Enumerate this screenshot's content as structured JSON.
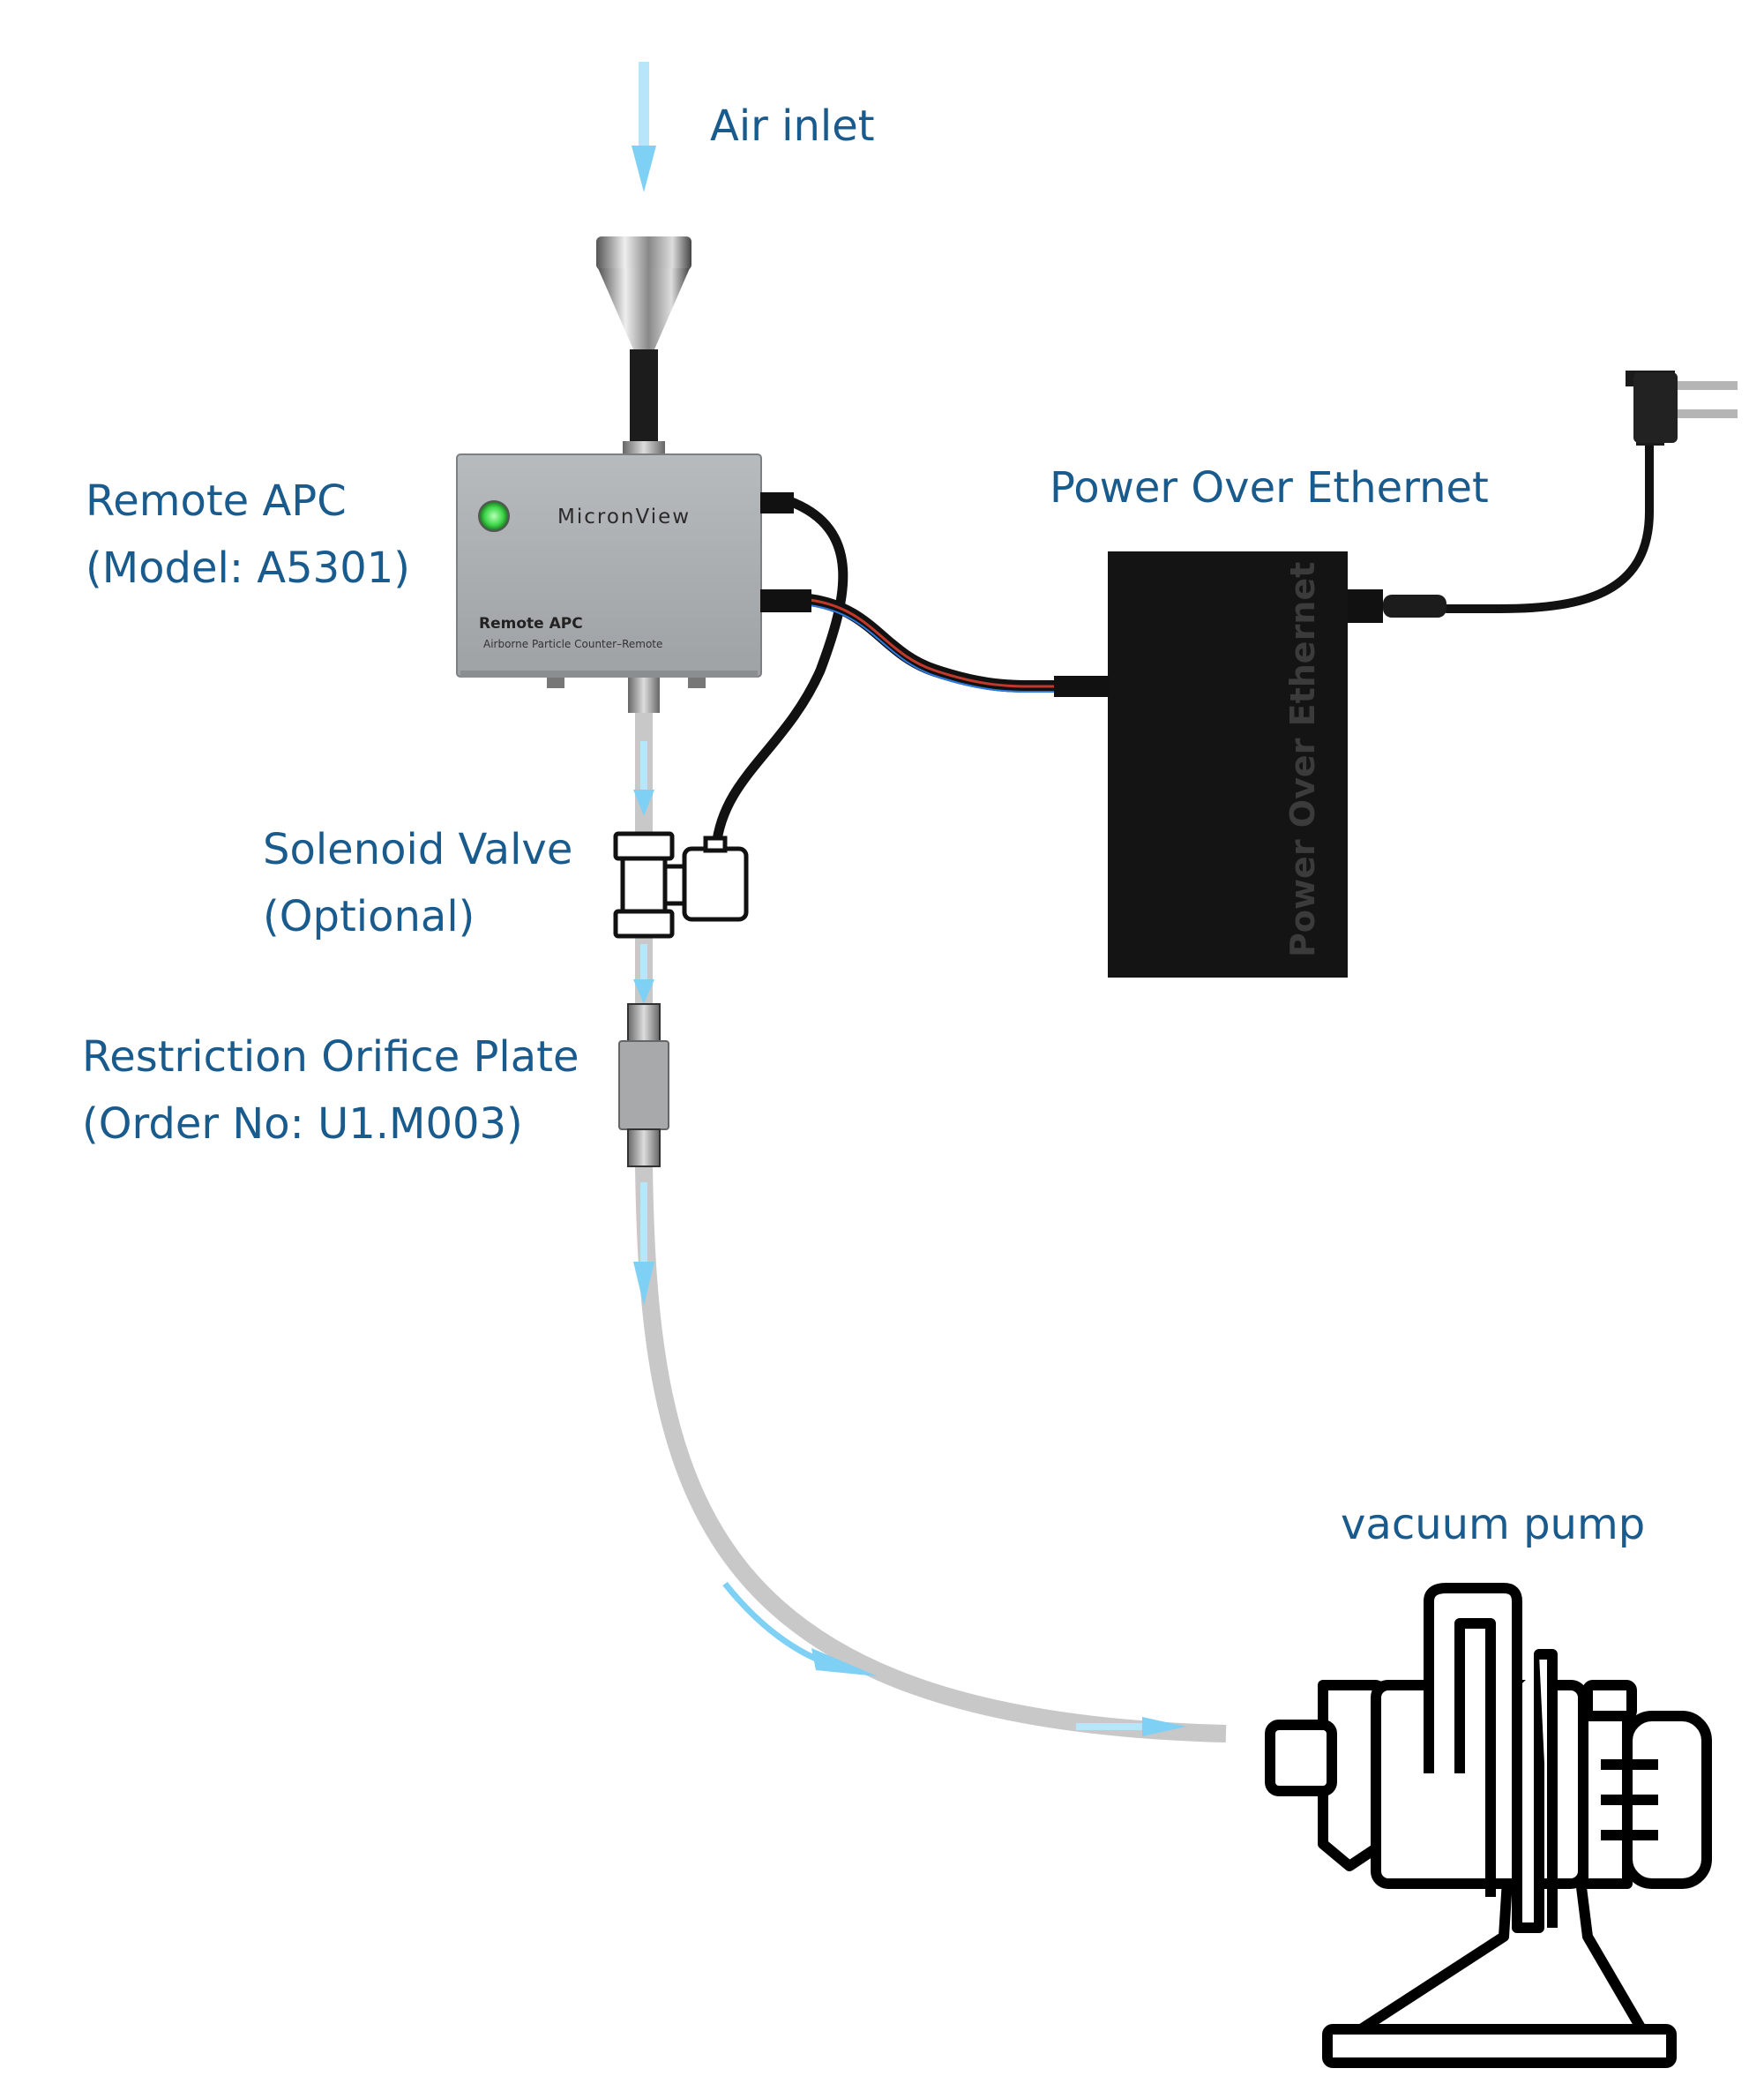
{
  "labels": {
    "air_inlet": "Air inlet",
    "remote_apc": "Remote APC",
    "remote_apc_model": "(Model: A5301)",
    "poe": "Power Over Ethernet",
    "solenoid_valve": "Solenoid Valve",
    "solenoid_optional": "(Optional)",
    "orifice_plate": "Restriction Orifice Plate",
    "orifice_order": "(Order No: U1.M003)",
    "vacuum_pump": "vacuum pump"
  },
  "device": {
    "brand": "MicronView",
    "model_name": "Remote APC",
    "description": "Airborne Particle Counter–Remote",
    "poe_box_text": "Power Over Ethernet",
    "status_led_color": "#3fd84a"
  },
  "colors": {
    "label": "#1a5b8e",
    "flow_arrow": "#7fd0f5",
    "tube": "#c8c8c8",
    "cable": "#111111",
    "device_body": "#a9adb0",
    "poe_body": "#141414"
  }
}
